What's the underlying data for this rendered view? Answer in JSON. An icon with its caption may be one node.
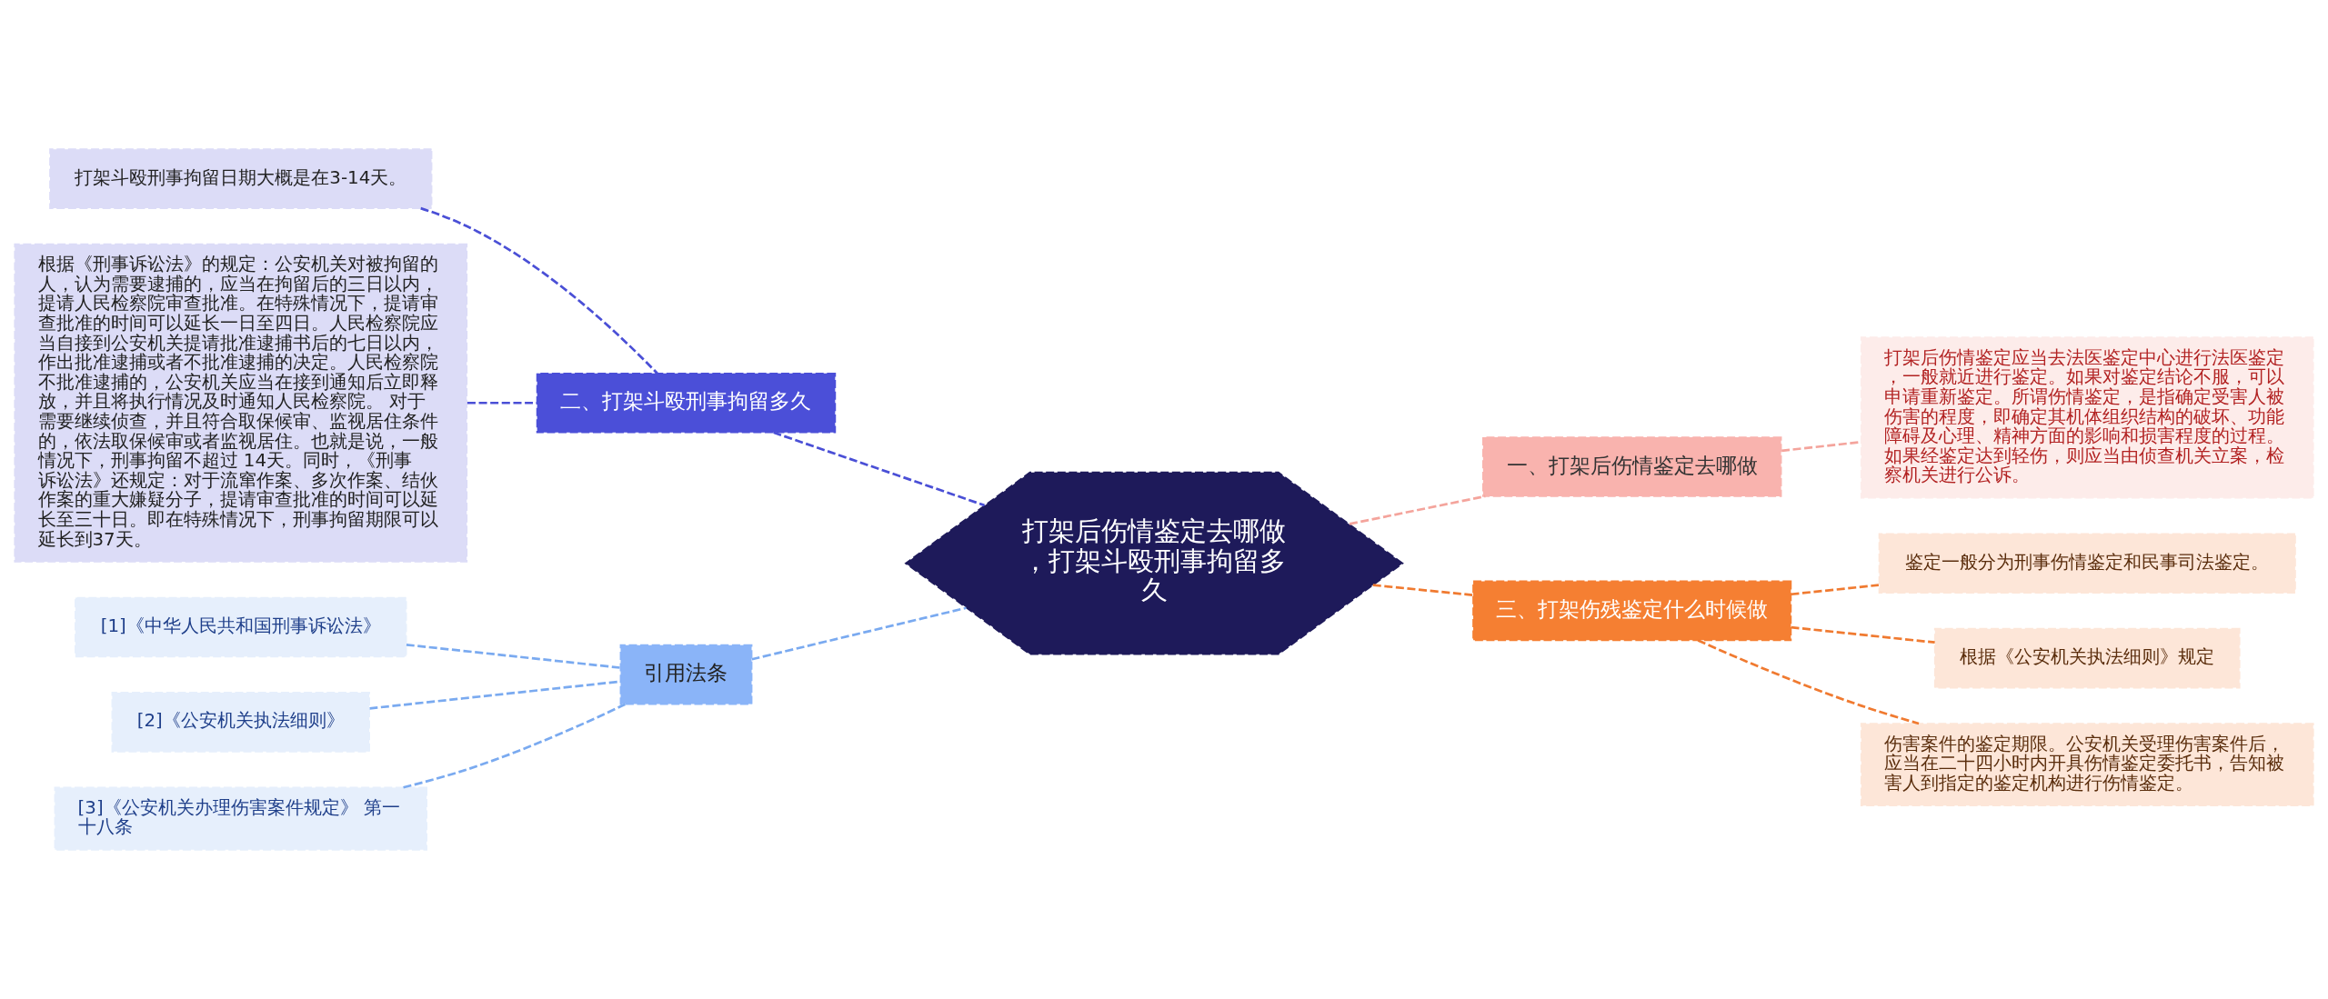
{
  "diagram": {
    "nodes": [
      {
        "text": [
          "打架后伤情鉴定去哪做，打架斗殴刑事拘留多久"
        ]
      },
      {
        "text": [
          "一、打架后伤情鉴定去哪做"
        ]
      },
      {
        "text": [
          "打架后伤情鉴定应当去法医鉴定中心进行法医鉴定，一般就近进行鉴定。如果对鉴定结论不服，可以申请重新鉴定。所谓伤情鉴定，是指确定受害人被伤害的程度，即确定其机体组织结构的破坏、功能障碍及心理、精神方面的影响和损害程度的过程。如果经鉴定达到轻伤，则应当由侦查机关立案，检察机关进行公诉。"
        ]
      },
      {
        "text": [
          "三、打架伤残鉴定什么时候做"
        ]
      },
      {
        "text": [
          "鉴定一般分为刑事伤情鉴定和民事司法鉴定。"
        ]
      },
      {
        "text": [
          "根据《公安机关执法细则》规定"
        ]
      },
      {
        "text": [
          "伤害案件的鉴定期限。公安机关受理伤害案件后，应当在二十四小时内开具伤情鉴定委托书，告知被害人到指定的鉴定机构进行伤情鉴定。"
        ]
      },
      {
        "text": [
          "二、打架斗殴刑事拘留多久"
        ]
      },
      {
        "text": [
          "打架斗殴刑事拘留日期大概是在3-14天。"
        ]
      },
      {
        "text": [
          "根据《刑事诉讼法》的规定：公安机关对被拘留的人，认为需要逮捕的，应当在拘留后的三日以内，提请人民检察院审查批准。在特殊情况下，提请审查批准的时间可以延长一日至四日。人民检察院应当自接到公安机关提请批准逮捕书后的七日以内，作出批准逮捕或者不批准逮捕的决定。人民检察院不批准逮捕的，公安机关应当在接到通知后立即释放，并且将执行情况及时通知人民检察院。 对于需要继续侦查，并且符合取保候审、监视居住条件的，依法取保候审或者监视居住。也就是说，一般情况下，刑事拘留不超过 14天。同时，《刑事诉讼法》还规定：对于流窜作案、多次作案、结伙作案的重大嫌疑分子，提请审查批准的时间可以延长至三十日。即在特殊情况下，刑事拘留期限可以延长到37天。"
        ]
      },
      {
        "text": [
          "引用法条"
        ]
      },
      {
        "text": [
          "[1]《中华人民共和国刑事诉讼法》"
        ]
      },
      {
        "text": [
          "[2]《公安机关执法细则》"
        ]
      },
      {
        "text": [
          "[3]《公安机关办理伤害案件规定》 第一十八条"
        ]
      }
    ],
    "edges": [
      {
        "from": 0,
        "to": 1,
        "arrow": "none",
        "style": "dashed",
        "color": "#f4a49c"
      },
      {
        "from": 1,
        "to": 2,
        "arrow": "none",
        "style": "dashed",
        "color": "#f4a49c"
      },
      {
        "from": 0,
        "to": 3,
        "arrow": "none",
        "style": "dashed",
        "color": "#f07a30"
      },
      {
        "from": 3,
        "to": 4,
        "arrow": "none",
        "style": "dashed",
        "color": "#f07a30"
      },
      {
        "from": 3,
        "to": 5,
        "arrow": "none",
        "style": "dashed",
        "color": "#f07a30"
      },
      {
        "from": 3,
        "to": 6,
        "arrow": "none",
        "style": "dashed",
        "color": "#f07a30"
      },
      {
        "from": 0,
        "to": 7,
        "arrow": "none",
        "style": "dashed",
        "color": "#4a4fd6"
      },
      {
        "from": 7,
        "to": 8,
        "arrow": "none",
        "style": "dashed",
        "color": "#4a4fd6"
      },
      {
        "from": 7,
        "to": 9,
        "arrow": "none",
        "style": "dashed",
        "color": "#4a4fd6"
      },
      {
        "from": 0,
        "to": 10,
        "arrow": "none",
        "style": "dashed",
        "color": "#7aaaf0"
      },
      {
        "from": 10,
        "to": 11,
        "arrow": "none",
        "style": "dashed",
        "color": "#7aaaf0"
      },
      {
        "from": 10,
        "to": 12,
        "arrow": "none",
        "style": "dashed",
        "color": "#7aaaf0"
      },
      {
        "from": 10,
        "to": 13,
        "arrow": "none",
        "style": "dashed",
        "color": "#7aaaf0"
      }
    ]
  }
}
